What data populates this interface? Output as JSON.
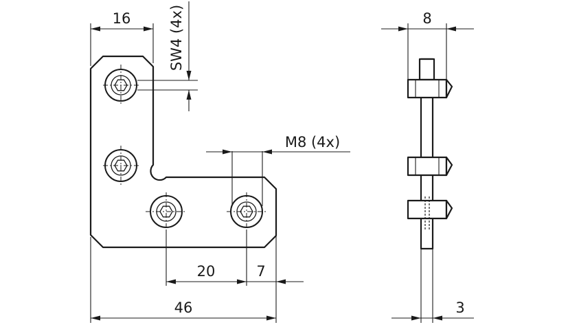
{
  "dimensions": {
    "top_width": "16",
    "wrench_size": "SW4 (4x)",
    "thread": "M8 (4x)",
    "hole_spacing": "20",
    "edge_offset": "7",
    "overall_width": "46",
    "side_width": "8",
    "plate_thickness": "3"
  }
}
